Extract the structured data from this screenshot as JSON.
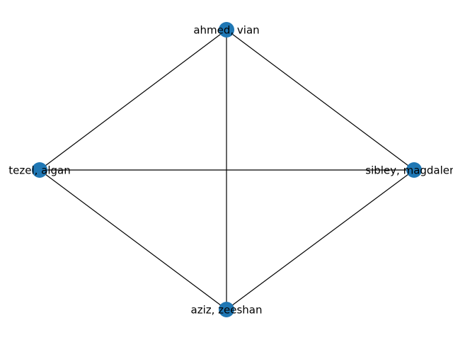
{
  "graph": {
    "type": "undirected-network",
    "node_color": "#1f77b4",
    "edge_color": "#000000",
    "nodes": [
      {
        "id": "n1",
        "label": "ahmed, vian"
      },
      {
        "id": "n2",
        "label": "tezel, algan"
      },
      {
        "id": "n3",
        "label": "sibley, magdalena"
      },
      {
        "id": "n4",
        "label": "aziz, zeeshan"
      }
    ],
    "edges": [
      [
        "n1",
        "n2"
      ],
      [
        "n1",
        "n3"
      ],
      [
        "n1",
        "n4"
      ],
      [
        "n2",
        "n3"
      ],
      [
        "n2",
        "n4"
      ],
      [
        "n3",
        "n4"
      ]
    ]
  }
}
